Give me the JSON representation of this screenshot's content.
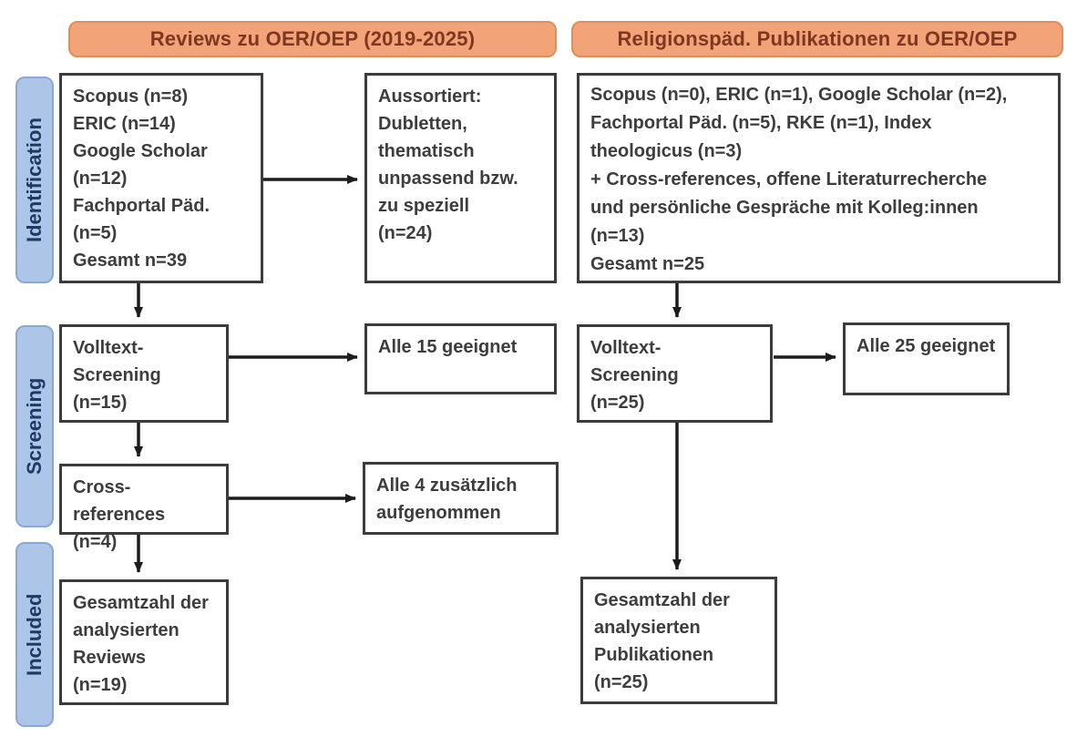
{
  "colors": {
    "header_fill": "#F2A377",
    "header_border": "#DF8F58",
    "header_text": "#7E3722",
    "stage_fill": "#ADC5E7",
    "stage_border": "#8AA8D4",
    "stage_text": "#1F3864",
    "box_border": "#3C3C3C",
    "box_text": "#3D3D3D",
    "arrow": "#1C1C1C",
    "background": "#FFFFFF"
  },
  "headers": {
    "reviews": "Reviews zu OER/OEP (2019-2025)",
    "religionspaed": "Religionspäd. Publikationen zu OER/OEP"
  },
  "stages": {
    "identification": "Identification",
    "screening": "Screening",
    "included": "Included"
  },
  "reviews": {
    "identification_sources": [
      "Scopus (n=8)",
      "ERIC (n=14)",
      "Google Scholar",
      "(n=12)",
      "Fachportal Päd.",
      "(n=5)",
      "Gesamt n=39"
    ],
    "excluded": [
      "Aussortiert:",
      "Dubletten,",
      "thematisch",
      "unpassend bzw.",
      "zu speziell",
      "(n=24)"
    ],
    "fulltext_screening": [
      "Volltext-",
      "Screening",
      "(n=15)"
    ],
    "fulltext_result": "Alle 15 geeignet",
    "cross_references": [
      "Cross-references",
      "(n=4)"
    ],
    "cross_references_result": [
      "Alle 4 zusätzlich",
      "aufgenommen"
    ],
    "included_total": [
      "Gesamtzahl der",
      "analysierten",
      "Reviews",
      "(n=19)"
    ]
  },
  "religionspaed": {
    "identification_sources": [
      "Scopus (n=0), ERIC (n=1), Google Scholar (n=2),",
      "Fachportal Päd. (n=5), RKE (n=1), Index",
      "theologicus (n=3)",
      "+ Cross-references, offene Literaturrecherche",
      "und persönliche Gespräche mit Kolleg:innen",
      "(n=13)",
      "Gesamt n=25"
    ],
    "fulltext_screening": [
      "Volltext-",
      "Screening",
      "(n=25)"
    ],
    "fulltext_result": "Alle 25 geeignet",
    "included_total": [
      "Gesamtzahl der",
      "analysierten",
      "Publikationen",
      "(n=25)"
    ]
  }
}
